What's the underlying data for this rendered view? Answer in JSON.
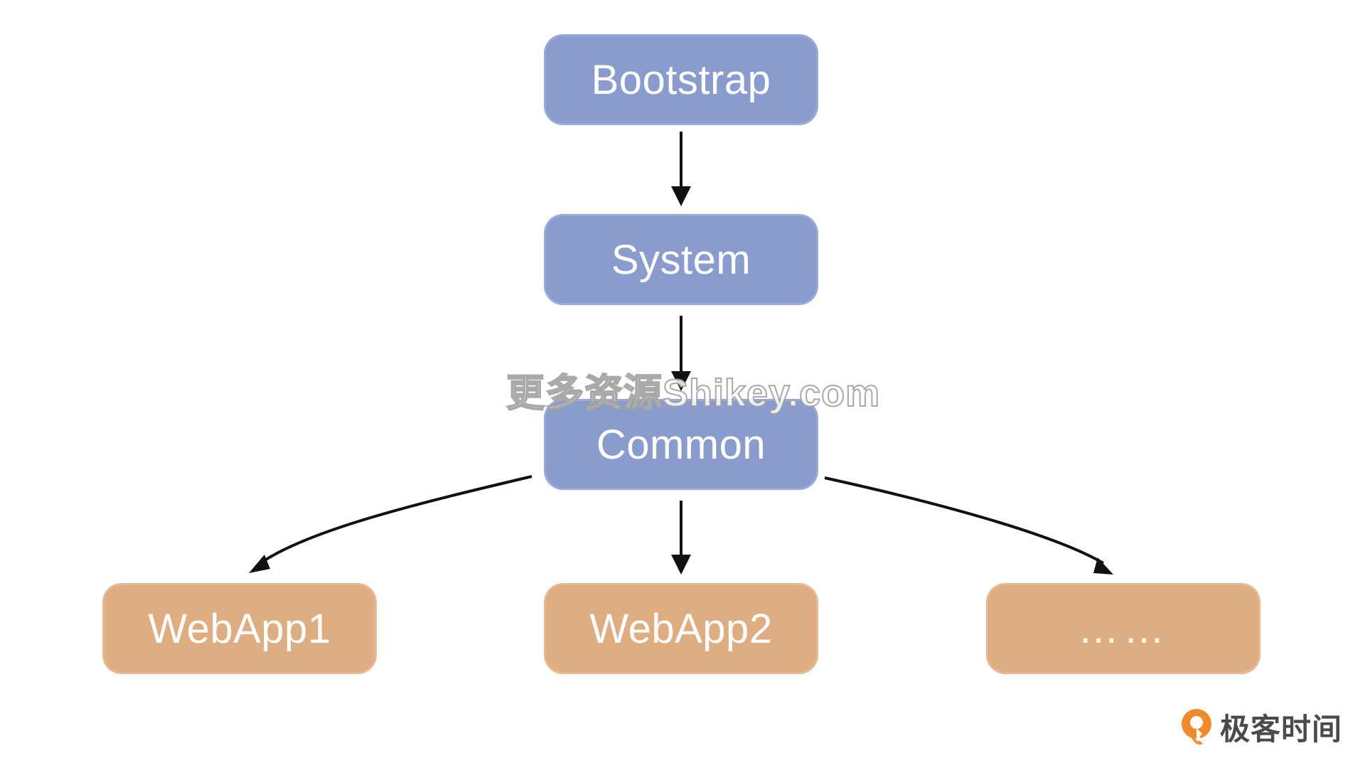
{
  "diagram": {
    "nodes": {
      "bootstrap": "Bootstrap",
      "system": "System",
      "common": "Common",
      "webapp1": "WebApp1",
      "webapp2": "WebApp2",
      "more": "……"
    },
    "colors": {
      "parent_node": "#8a9ccd",
      "child_node": "#dfad82",
      "arrow": "#111111"
    }
  },
  "watermark": "更多资源Shikey.com",
  "brand": {
    "name": "极客时间",
    "logo_icon": "geektime-logo-icon",
    "logo_color": "#f08a2c"
  }
}
